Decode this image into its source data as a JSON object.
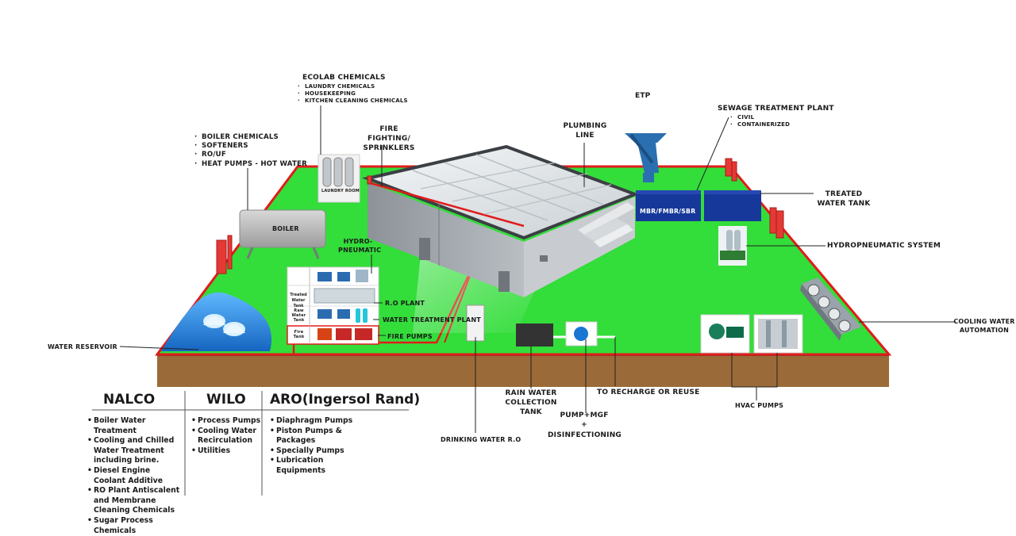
{
  "labels": {
    "ecolab_title": "ECOLAB CHEMICALS",
    "ecolab_items": [
      "LAUNDRY  CHEMICALS",
      "HOUSEKEEPING",
      "KITCHEN CLEANING CHEMICALS"
    ],
    "boiler_items": [
      "BOILER CHEMICALS",
      "SOFTENERS",
      "RO/UF",
      "HEAT PUMPS - HOT WATER"
    ],
    "fire_fighting": "FIRE FIGHTING/ SPRINKLERS",
    "plumbing": "PLUMBING LINE",
    "etp": "ETP",
    "stp_title": "SEWAGE TREATMENT PLANT",
    "stp_items": [
      "CIVIL",
      "CONTAINERIZED"
    ],
    "treated_water_tank": "TREATED WATER TANK",
    "mbr": "MBR/FMBR/SBR",
    "hydropneumatic_system": "HYDROPNEUMATIC SYSTEM",
    "hydro_pneumatic": "HYDRO- PNEUMATIC",
    "laundry_room": "LAUNDRY ROOM",
    "boiler": "BOILER",
    "treated_tank_small": "Treated Water Tank",
    "raw_tank_small": "Raw Water Tank",
    "fire_tank_small": "Fire Tank",
    "ro_plant": "R.O PLANT",
    "water_treatment_plant": "WATER TREATMENT PLANT",
    "fire_pumps": "FIRE  PUMPS",
    "water_reservoir": "WATER RESERVOIR",
    "cooling_water": "COOLING WATER AUTOMATION",
    "to_recharge": "TO RECHARGE OR REUSE",
    "rain_water": "RAIN WATER COLLECTION TANK",
    "pump_mgf": "PUMP+MGF",
    "plus": "+",
    "disinfectioning": "DISINFECTIONING",
    "drinking_water": "DRINKING WATER R.O",
    "hvac_pumps": "HVAC PUMPS"
  },
  "brands": [
    {
      "name": "NALCO",
      "items": [
        "Boiler Water Treatment",
        "Cooling and Chilled Water Treatment including brine.",
        "Diesel Engine Coolant Additive",
        "RO Plant Antiscalent and Membrane Cleaning Chemicals",
        "Sugar Process Chemicals"
      ]
    },
    {
      "name": "WILO",
      "items": [
        "Process Pumps",
        "Cooling Water Recirculation",
        "Utilities"
      ]
    },
    {
      "name": "ARO(Ingersol Rand)",
      "items": [
        "Diaphragm Pumps",
        "Piston Pumps & Packages",
        "Specially Pumps",
        "Lubrication Equipments"
      ]
    }
  ],
  "colors": {
    "grass": "#33dd3a",
    "soil": "#9a6a38",
    "border_red": "#e21b1b",
    "water": "#1e88e5",
    "tank_blue": "#15389a",
    "etp_blue": "#2a6fb0"
  }
}
